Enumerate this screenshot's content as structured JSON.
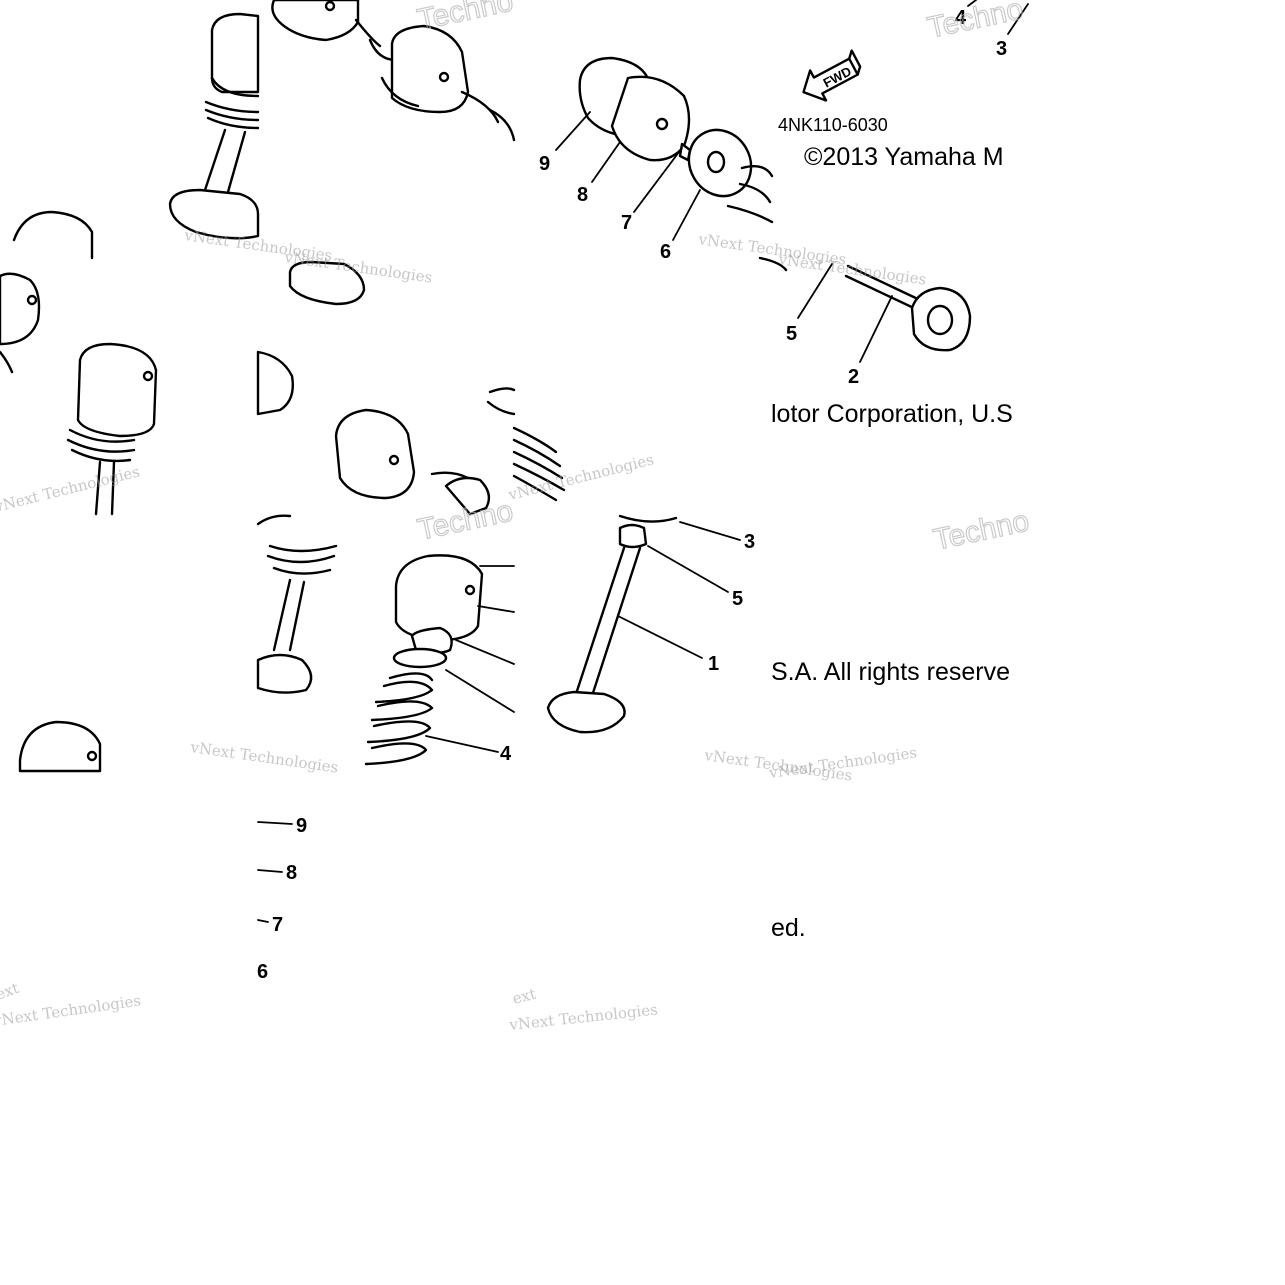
{
  "diagram": {
    "part_code": "4NK110-6030",
    "direction_label": "FWD",
    "copyright_fragments": [
      "©2013 Yamaha M",
      "lotor Corporation, U.S",
      "S.A. All rights reserve",
      "ed."
    ],
    "callouts": {
      "top_right": [
        "4",
        "3"
      ],
      "tile_top": [
        "9",
        "8",
        "7",
        "6"
      ],
      "tile_mid": [
        "5",
        "2"
      ],
      "tile_lower": [
        "3",
        "5",
        "1",
        "4"
      ],
      "side": [
        "9",
        "8",
        "7",
        "6"
      ]
    },
    "watermarks": {
      "small": "vNext Technologies",
      "large": "Techno",
      "fragment": "ext"
    }
  }
}
